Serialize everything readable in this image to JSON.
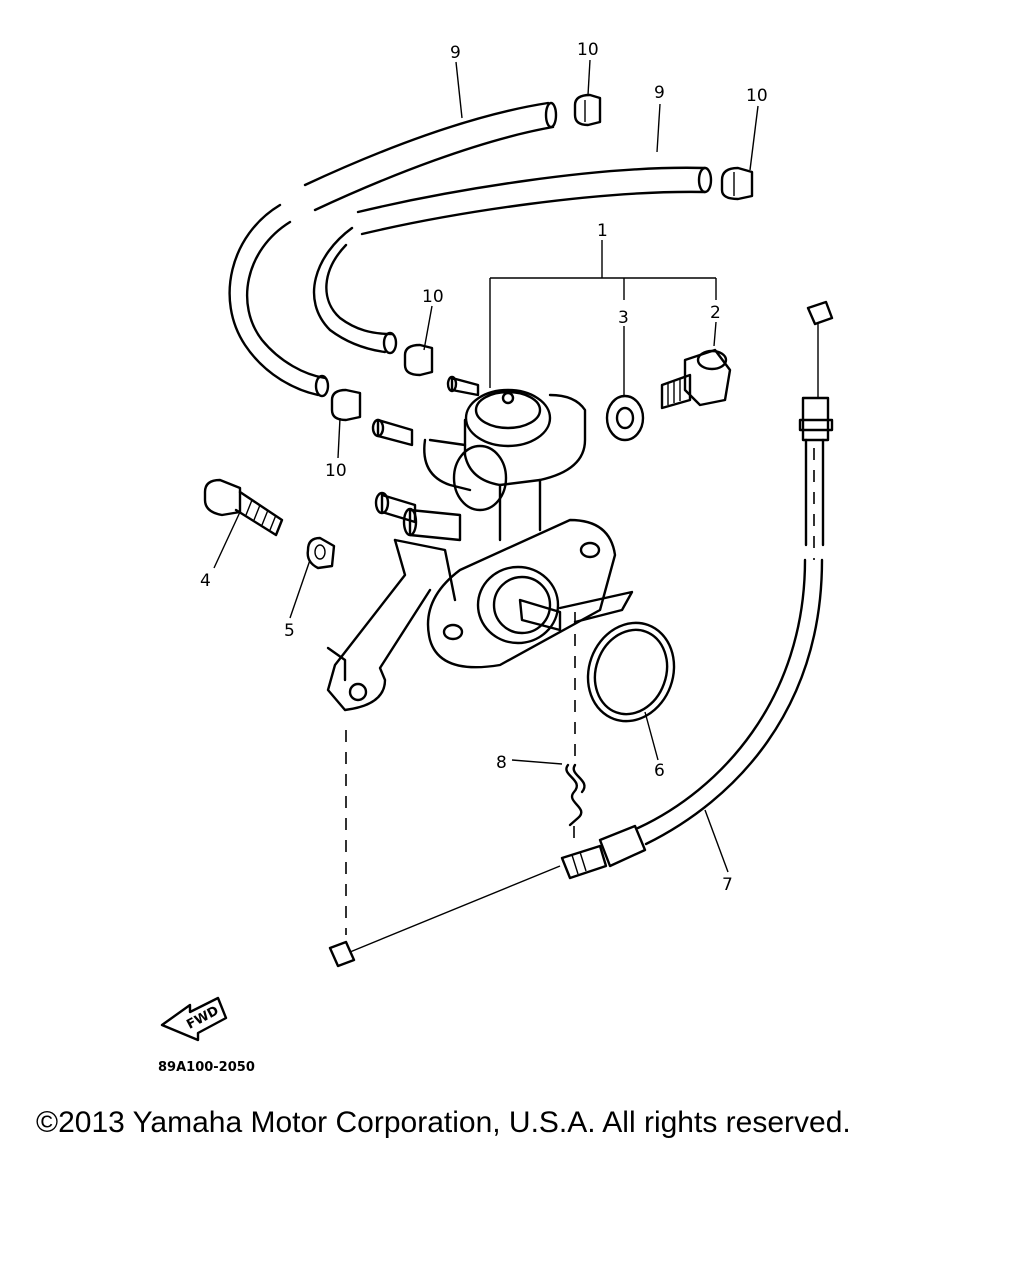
{
  "diagram": {
    "callouts": [
      "9",
      "10",
      "9",
      "10",
      "1",
      "10",
      "3",
      "2",
      "10",
      "4",
      "5",
      "6",
      "8",
      "7"
    ],
    "part_code": "89A100-2050",
    "fwd_label": "FWD"
  },
  "footer": {
    "copyright": "©2013 Yamaha Motor Corporation, U.S.A. All rights reserved."
  },
  "colors": {
    "ink": "#000000",
    "background": "#ffffff"
  }
}
